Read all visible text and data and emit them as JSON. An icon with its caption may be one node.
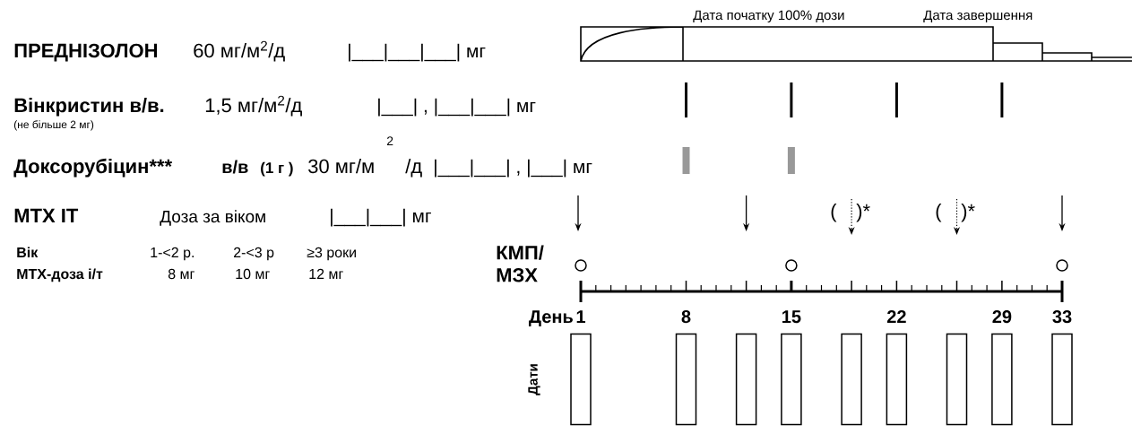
{
  "diagram": {
    "nodes": [
      {
        "text": [],
        "shape": "box"
      },
      {
        "text": [],
        "shape": "box"
      },
      {
        "text": [],
        "shape": "box"
      },
      {
        "text": [],
        "shape": "box"
      },
      {
        "text": [],
        "shape": "box"
      },
      {
        "text": [],
        "shape": "box"
      },
      {
        "text": [],
        "shape": "box"
      },
      {
        "text": [],
        "shape": "box"
      },
      {
        "text": [],
        "shape": "box"
      }
    ],
    "labels": [
      "Дата початку 100% дози",
      "Дата завершення",
      "ПРЕДНІЗОЛОН",
      "60 мг/м$^{2}$/д",
      "|___|___|___| мг",
      "Вінкристин в/в.",
      "1,5 мг/м$^{2}$/д",
      "|___| , |___|___| мг",
      "(не більше 2 мг)",
      "2",
      "Доксорубіцин***",
      "в/в",
      "(1 г )",
      "30 мг/м",
      "/д",
      "|___|___| , |___| мг",
      "MTX IT",
      "Доза за віком",
      "|___|___|  мг",
      "(",
      ")*",
      "(",
      ")*",
      "Вік",
      "1-<2 р.",
      "2-<3 р",
      "≥3 роки",
      "КМП/ МЗХ",
      "МТХ-доза і/т",
      "8 мг",
      "10 мг",
      "12 мг",
      "День",
      "1",
      "8",
      "15",
      "22",
      "29",
      "33",
      "Дати"
    ]
  }
}
